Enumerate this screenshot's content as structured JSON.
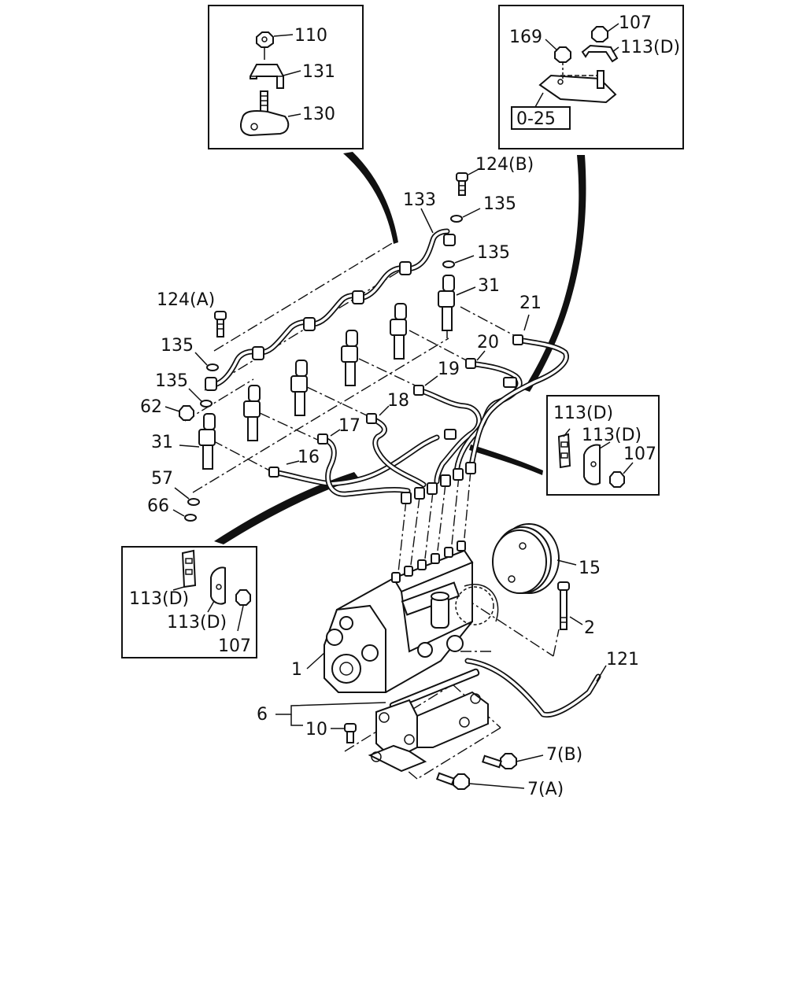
{
  "labels": {
    "l110": "110",
    "l131": "131",
    "l130": "130",
    "l107a": "107",
    "l169": "169",
    "l113d_a": "113(D)",
    "l025": "0-25",
    "l124b": "124(B)",
    "l133": "133",
    "l135a": "135",
    "l135b": "135",
    "l31a": "31",
    "l21": "21",
    "l124a": "124(A)",
    "l135c": "135",
    "l20": "20",
    "l19": "19",
    "l135d": "135",
    "l62": "62",
    "l18": "18",
    "l113d_b": "113(D)",
    "l113d_c": "113(D)",
    "l107b": "107",
    "l31b": "31",
    "l17": "17",
    "l16": "16",
    "l57": "57",
    "l66": "66",
    "l15": "15",
    "l113d_d": "113(D)",
    "l113d_e": "113(D)",
    "l107c": "107",
    "l2": "2",
    "l1": "1",
    "l121": "121",
    "l6": "6",
    "l10": "10",
    "l7b": "7(B)",
    "l7a": "7(A)"
  }
}
